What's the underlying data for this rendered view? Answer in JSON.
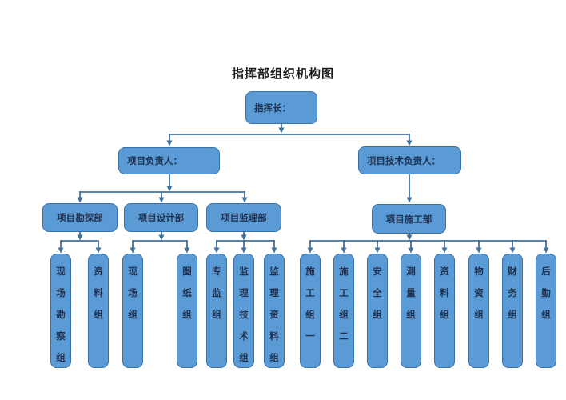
{
  "title": "指挥部组织机构图",
  "colors": {
    "box_fill": "#5b9bd5",
    "box_border": "#3a72a8",
    "box_text": "#1f3050",
    "connector": "#41719c",
    "title_color": "#1a1a1a"
  },
  "nodes": {
    "commander": {
      "label": "指挥长：",
      "children": [
        "project_manager",
        "project_tech_manager"
      ]
    },
    "project_manager": {
      "label": "项目负责人：",
      "children": [
        "dept_survey",
        "dept_design",
        "dept_supervision"
      ]
    },
    "project_tech_manager": {
      "label": "项目技术负责人：",
      "children": [
        "dept_construction"
      ]
    },
    "dept_survey": {
      "label": "项目勘探部",
      "children": [
        "team_site_survey",
        "team_survey_data"
      ]
    },
    "dept_design": {
      "label": "项目设计部",
      "children": [
        "team_site",
        "team_drawing"
      ]
    },
    "dept_supervision": {
      "label": "项目监理部",
      "children": [
        "team_special_supervision",
        "team_supervision_tech",
        "team_supervision_data"
      ]
    },
    "dept_construction": {
      "label": "项目施工部",
      "children": [
        "team_construction_1",
        "team_construction_2",
        "team_safety",
        "team_measurement",
        "team_data",
        "team_materials",
        "team_finance",
        "team_logistics"
      ]
    },
    "team_site_survey": {
      "label": "现场勘察组",
      "children": []
    },
    "team_survey_data": {
      "label": "资料组",
      "children": []
    },
    "team_site": {
      "label": "现场组",
      "children": []
    },
    "team_drawing": {
      "label": "图纸组",
      "children": []
    },
    "team_special_supervision": {
      "label": "专监组",
      "children": []
    },
    "team_supervision_tech": {
      "label": "监理技术组",
      "children": []
    },
    "team_supervision_data": {
      "label": "监理资料组",
      "children": []
    },
    "team_construction_1": {
      "label": "施工组一",
      "children": []
    },
    "team_construction_2": {
      "label": "施工组二",
      "children": []
    },
    "team_safety": {
      "label": "安全组",
      "children": []
    },
    "team_measurement": {
      "label": "测量组",
      "children": []
    },
    "team_data": {
      "label": "资料组",
      "children": []
    },
    "team_materials": {
      "label": "物资组",
      "children": []
    },
    "team_finance": {
      "label": "财务组",
      "children": []
    },
    "team_logistics": {
      "label": "后勤组",
      "children": []
    }
  }
}
